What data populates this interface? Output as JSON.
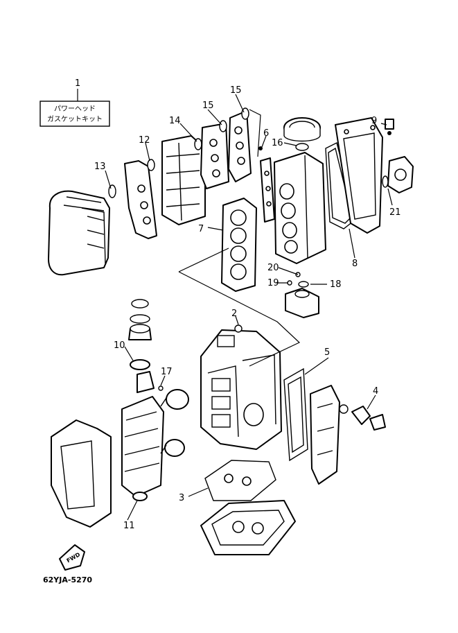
{
  "kit": {
    "label_line1": "パワーヘッド",
    "label_line2": "ガスケットキット"
  },
  "callouts": [
    {
      "id": "callout-1",
      "text": "1"
    },
    {
      "id": "callout-2",
      "text": "2"
    },
    {
      "id": "callout-3",
      "text": "3"
    },
    {
      "id": "callout-4",
      "text": "4"
    },
    {
      "id": "callout-5",
      "text": "5"
    },
    {
      "id": "callout-6",
      "text": "6"
    },
    {
      "id": "callout-7",
      "text": "7"
    },
    {
      "id": "callout-8",
      "text": "8"
    },
    {
      "id": "callout-9",
      "text": "9"
    },
    {
      "id": "callout-10",
      "text": "10"
    },
    {
      "id": "callout-11",
      "text": "11"
    },
    {
      "id": "callout-12",
      "text": "12"
    },
    {
      "id": "callout-13",
      "text": "13"
    },
    {
      "id": "callout-14",
      "text": "14"
    },
    {
      "id": "callout-15a",
      "text": "15"
    },
    {
      "id": "callout-15b",
      "text": "15"
    },
    {
      "id": "callout-16",
      "text": "16"
    },
    {
      "id": "callout-17",
      "text": "17"
    },
    {
      "id": "callout-18",
      "text": "18"
    },
    {
      "id": "callout-19",
      "text": "19"
    },
    {
      "id": "callout-20",
      "text": "20"
    },
    {
      "id": "callout-21",
      "text": "21"
    }
  ],
  "direction_marker": "FWD",
  "reference_code": "62YJA-5270"
}
